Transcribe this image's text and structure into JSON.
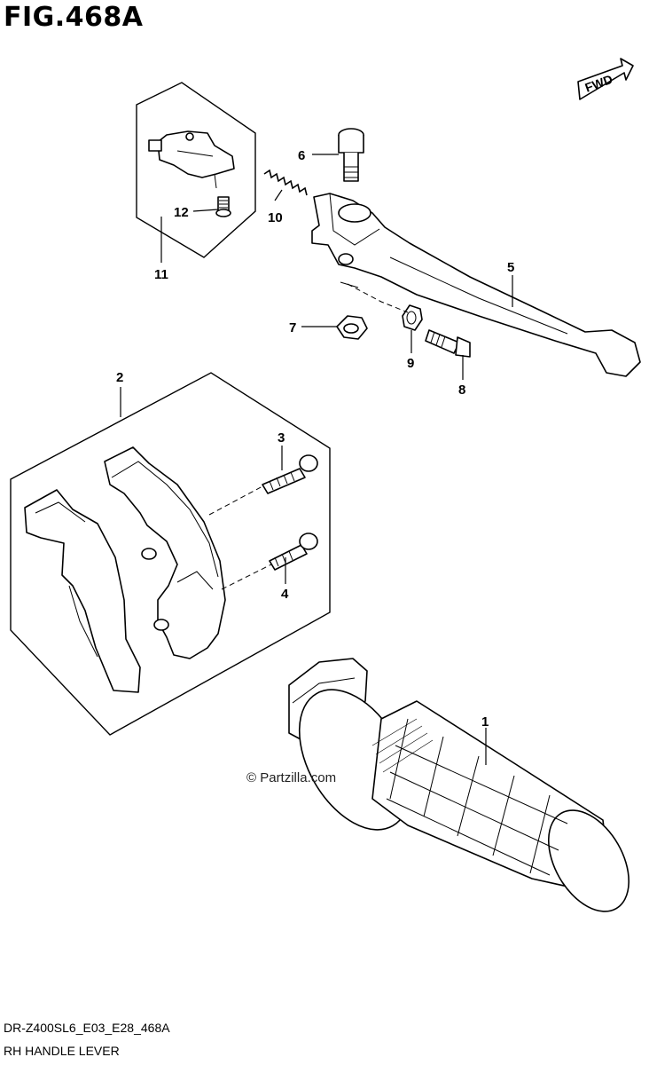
{
  "figure_title": "FIG.468A",
  "footer": {
    "model_code": "DR-Z400SL6_E03_E28_468A",
    "section_name": "RH HANDLE LEVER"
  },
  "watermark": "© Partzilla.com",
  "direction_badge": "FWD",
  "callouts": {
    "p1": "1",
    "p2": "2",
    "p3": "3",
    "p4": "4",
    "p5": "5",
    "p6": "6",
    "p7": "7",
    "p8": "8",
    "p9": "9",
    "p10": "10",
    "p11": "11",
    "p12": "12"
  }
}
